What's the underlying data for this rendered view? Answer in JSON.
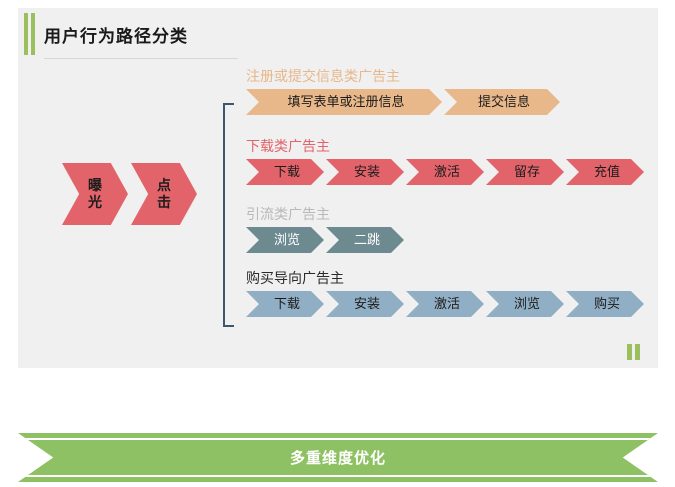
{
  "panel": {
    "title": "用户行为路径分类",
    "accent_color": "#9BBF5E",
    "background_color": "#F0F0F0"
  },
  "entry": {
    "color": "#E2636A",
    "steps": [
      {
        "label": "曝光"
      },
      {
        "label": "点击"
      }
    ]
  },
  "bracket": {
    "color": "#3E566B"
  },
  "rows": [
    {
      "label": "注册或提交信息类广告主",
      "label_color": "#E8B78A",
      "chevron_color": "#E8B78A",
      "text_color": "#1C1C1C",
      "steps": [
        {
          "label": "填写表单或注册信息",
          "width": 196
        },
        {
          "label": "提交信息",
          "width": 116
        }
      ]
    },
    {
      "label": "下载类广告主",
      "label_color": "#E2636A",
      "chevron_color": "#E2636A",
      "text_color": "#1C1C1C",
      "steps": [
        {
          "label": "下载",
          "width": 78
        },
        {
          "label": "安装",
          "width": 78
        },
        {
          "label": "激活",
          "width": 78
        },
        {
          "label": "留存",
          "width": 78
        },
        {
          "label": "充值",
          "width": 78
        }
      ]
    },
    {
      "label": "引流类广告主",
      "label_color": "#B9B9B9",
      "chevron_color": "#6E8A91",
      "text_color": "#FFFFFF",
      "steps": [
        {
          "label": "浏览",
          "width": 78
        },
        {
          "label": "二跳",
          "width": 78
        }
      ]
    },
    {
      "label": "购买导向广告主",
      "label_color": "#2B2B2B",
      "chevron_color": "#90AEC4",
      "text_color": "#1C1C1C",
      "steps": [
        {
          "label": "下载",
          "width": 78
        },
        {
          "label": "安装",
          "width": 78
        },
        {
          "label": "激活",
          "width": 78
        },
        {
          "label": "浏览",
          "width": 78
        },
        {
          "label": "购买",
          "width": 78
        }
      ]
    }
  ],
  "ribbon": {
    "text": "多重维度优化",
    "color": "#8DC163",
    "text_color": "#FFFFFF"
  }
}
